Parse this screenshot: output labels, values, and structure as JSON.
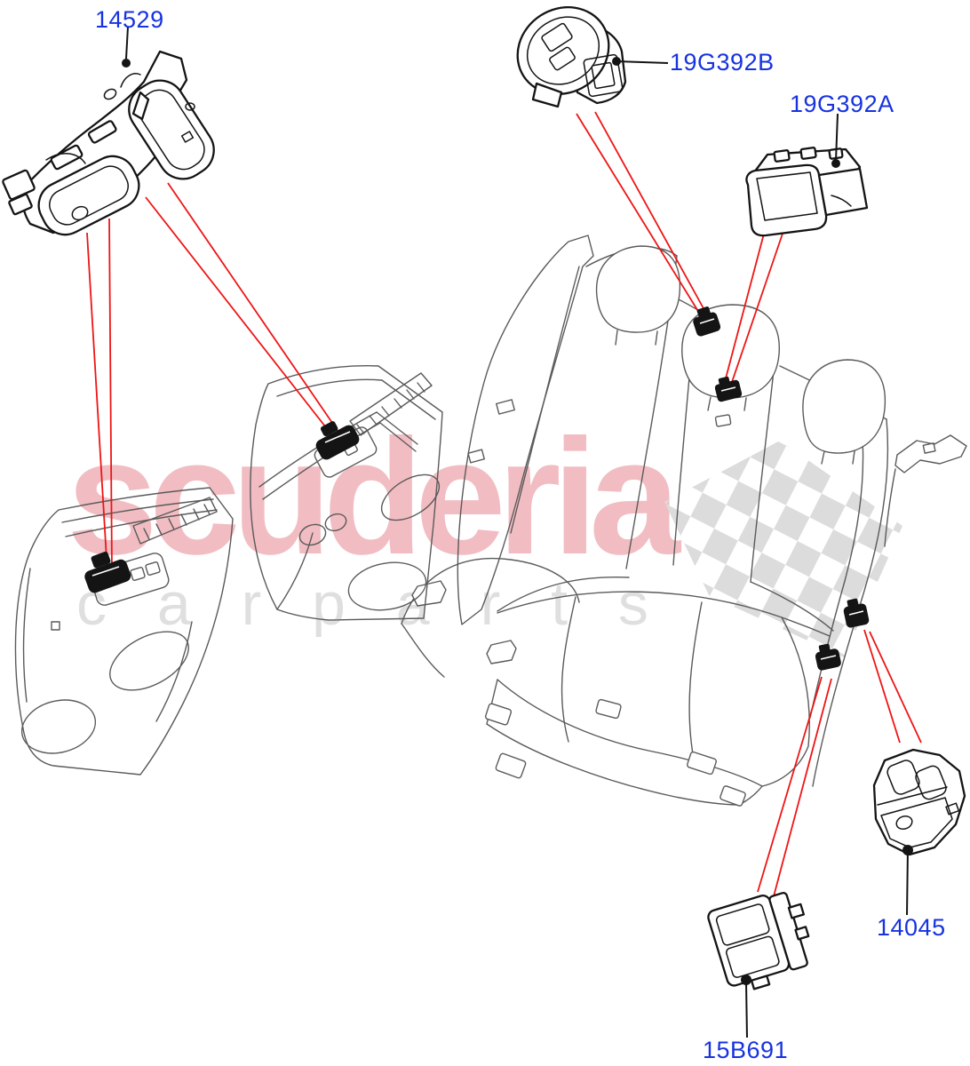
{
  "diagram": {
    "type": "parts-diagram",
    "subject": "Rear seat switches exploded parts diagram",
    "part_labels": [
      {
        "id": "14529",
        "text": "14529"
      },
      {
        "id": "19G392B",
        "text": "19G392B"
      },
      {
        "id": "19G392A",
        "text": "19G392A"
      },
      {
        "id": "14045",
        "text": "14045"
      },
      {
        "id": "15B691",
        "text": "15B691"
      }
    ],
    "watermark": {
      "brand": "scuderia",
      "tagline": "c a r p a r t s"
    },
    "colors": {
      "label_blue": "#1733e0",
      "leader_red": "#ee1515",
      "line_dark": "#141414",
      "line_gray": "#5a5a5a",
      "checker_gray": "#dcdcdc",
      "watermark_pink": "rgba(213,62,75,0.34)",
      "watermark_gray": "#dfdfdf"
    }
  }
}
